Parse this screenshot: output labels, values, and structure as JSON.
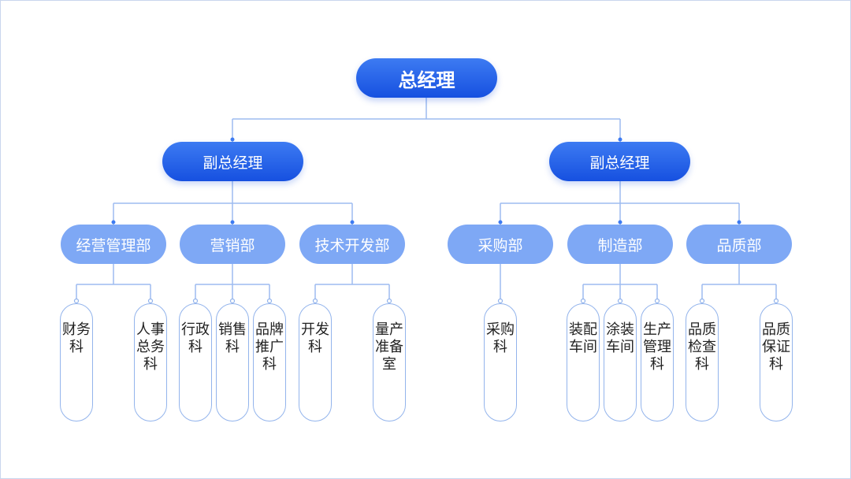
{
  "org": {
    "root": "总经理",
    "vp_left": "副总经理",
    "vp_right": "副总经理",
    "departments": [
      {
        "name": "经营管理部",
        "sections": [
          "财务科",
          "人事总务科"
        ]
      },
      {
        "name": "营销部",
        "sections": [
          "行政科",
          "销售科",
          "品牌推广科"
        ]
      },
      {
        "name": "技术开发部",
        "sections": [
          "开发科",
          "量产准备室"
        ]
      },
      {
        "name": "采购部",
        "sections": [
          "采购科"
        ]
      },
      {
        "name": "制造部",
        "sections": [
          "装配车间",
          "涂装车间",
          "生产管理科"
        ]
      },
      {
        "name": "品质部",
        "sections": [
          "品质检查科",
          "品质保证科"
        ]
      }
    ]
  },
  "colors": {
    "primary": "#1650e0",
    "department": "#7ea8f5",
    "section_border": "#93b4ec",
    "connector": "#9dbcf0"
  }
}
